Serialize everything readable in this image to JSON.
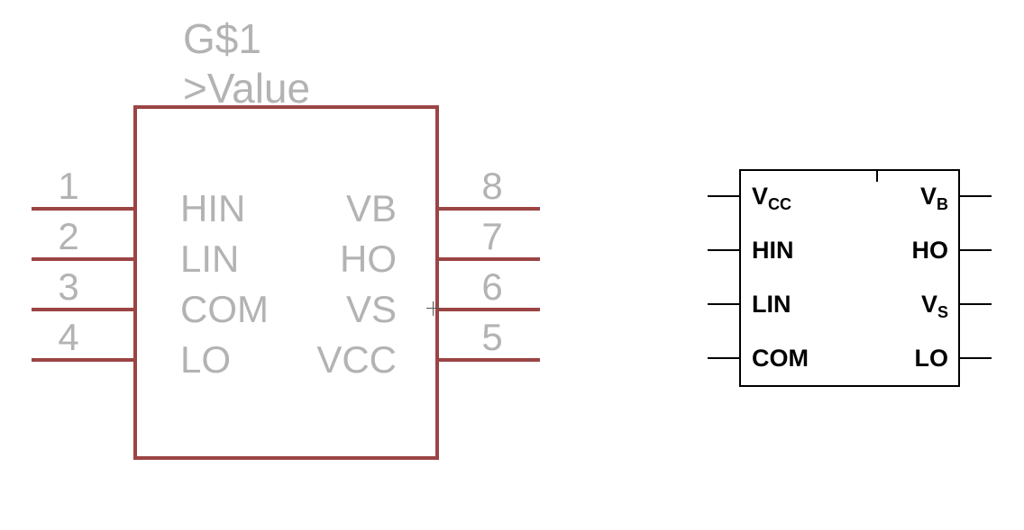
{
  "editor_symbol": {
    "name_label": "G$1",
    "value_label": ">Value",
    "outline_color": "#9b4444",
    "text_color": "#b3b3b3",
    "left_pins": [
      {
        "number": "1",
        "label": "HIN"
      },
      {
        "number": "2",
        "label": "LIN"
      },
      {
        "number": "3",
        "label": "COM"
      },
      {
        "number": "4",
        "label": "LO"
      }
    ],
    "right_pins": [
      {
        "number": "8",
        "label": "VB"
      },
      {
        "number": "7",
        "label": "HO"
      },
      {
        "number": "6",
        "label": "VS"
      },
      {
        "number": "5",
        "label": "VCC"
      }
    ]
  },
  "pinout_diagram": {
    "left_pins": [
      {
        "main": "V",
        "sub": "CC"
      },
      {
        "main": "HIN",
        "sub": ""
      },
      {
        "main": "LIN",
        "sub": ""
      },
      {
        "main": "COM",
        "sub": ""
      }
    ],
    "right_pins": [
      {
        "main": "V",
        "sub": "B"
      },
      {
        "main": "HO",
        "sub": ""
      },
      {
        "main": "V",
        "sub": "S"
      },
      {
        "main": "LO",
        "sub": ""
      }
    ]
  }
}
